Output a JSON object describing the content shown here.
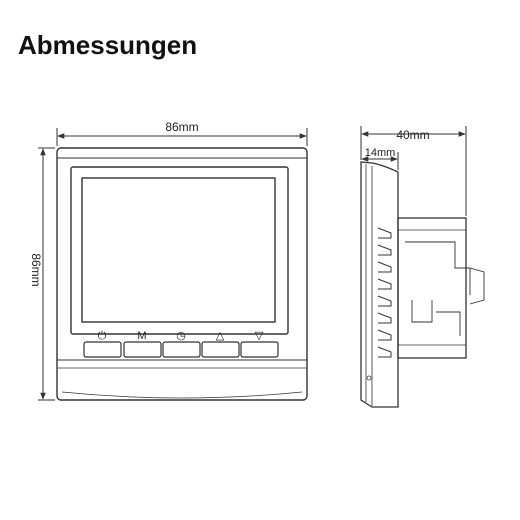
{
  "title": "Abmessungen",
  "front_view": {
    "width_label": "86mm",
    "height_label": "86mm",
    "buttons": [
      {
        "name": "power-button",
        "icon": "power-icon",
        "glyph": "⏻"
      },
      {
        "name": "mode-button",
        "icon": "m-letter",
        "glyph": "M"
      },
      {
        "name": "clock-button",
        "icon": "clock-icon",
        "glyph": "◷"
      },
      {
        "name": "up-button",
        "icon": "up-triangle-icon",
        "glyph": "△"
      },
      {
        "name": "down-button",
        "icon": "down-triangle-icon",
        "glyph": "▽"
      }
    ]
  },
  "side_view": {
    "depth_label": "40mm",
    "front_depth_label": "14mm"
  },
  "colors": {
    "line": "#333333",
    "text": "#222222",
    "background": "#ffffff"
  }
}
